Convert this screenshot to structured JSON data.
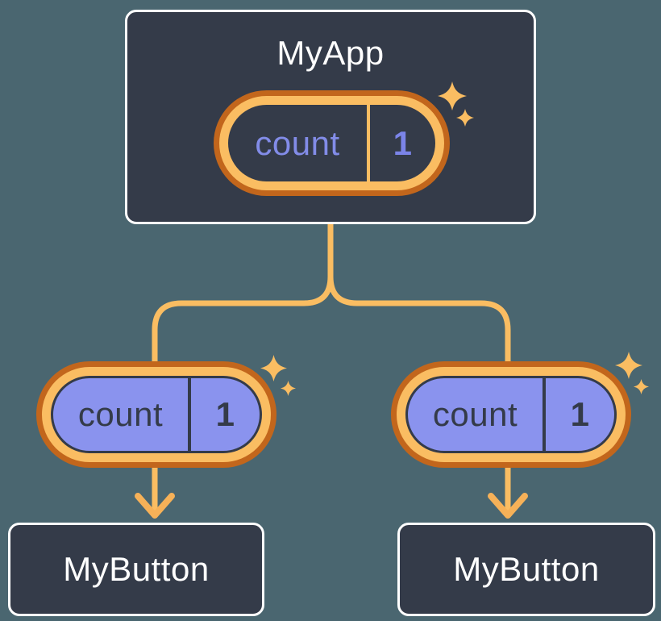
{
  "diagram": {
    "app": {
      "title": "MyApp",
      "state": {
        "label": "count",
        "value": "1"
      }
    },
    "children": [
      {
        "title": "MyButton",
        "state": {
          "label": "count",
          "value": "1"
        }
      },
      {
        "title": "MyButton",
        "state": {
          "label": "count",
          "value": "1"
        }
      }
    ],
    "icons": [
      "sparkle-icon",
      "arrow-down-icon"
    ],
    "colors": {
      "background": "#4A6670",
      "node_fill": "#343B49",
      "node_border": "#FFFFFF",
      "ring_outer": "#C2661C",
      "ring_inner": "#FABD62",
      "connector": "#FABD62",
      "state_fill": "#8A93EE",
      "state_text_dark": "#343B49",
      "state_label_purple": "#828CE8",
      "state_value_purple": "#7B84E8",
      "title_text": "#FFFFFF"
    }
  }
}
